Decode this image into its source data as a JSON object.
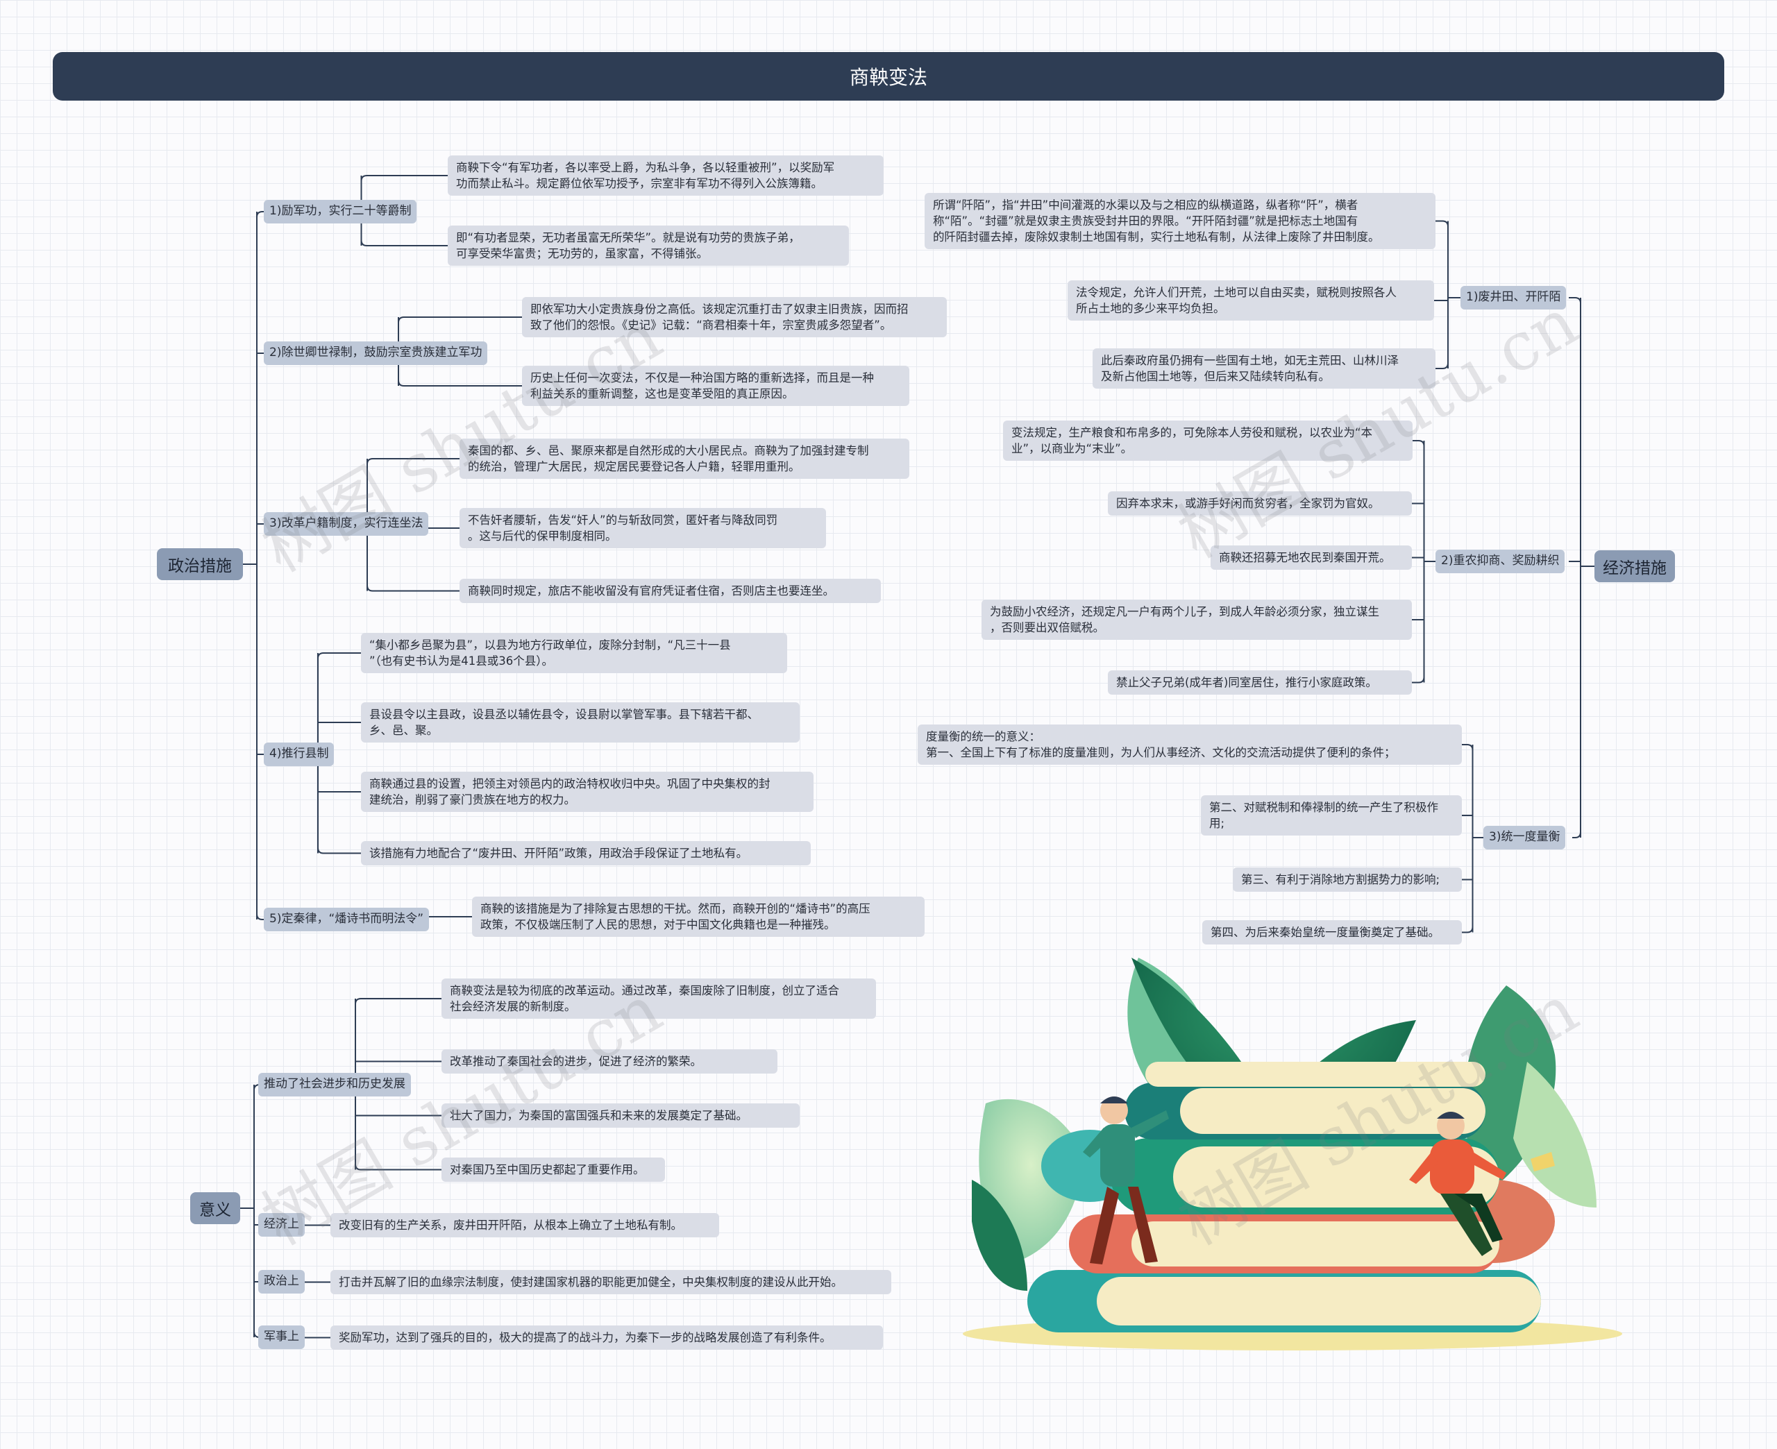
{
  "title": "商鞅变法",
  "colors": {
    "title_bg": "#2e3d54",
    "main_node": "#8b9bb3",
    "mid_node": "#bec8d8",
    "leaf_node": "#dadde6",
    "line": "#2e3d54"
  },
  "branches": {
    "politics": {
      "label": "政治措施",
      "groups": [
        {
          "label": "1)励军功，实行二十等爵制",
          "items": [
            [
              "商鞅下令“有军功者，各以率受上爵，为私斗争，各以轻重被刑”，以奖励军",
              "功而禁止私斗。规定爵位依军功授予，宗室非有军功不得列入公族簿籍。"
            ],
            [
              "即“有功者显荣，无功者虽富无所荣华”。就是说有功劳的贵族子弟，",
              "可享受荣华富贵；无功劳的，虽家富，不得铺张。"
            ]
          ]
        },
        {
          "label": "2)除世卿世禄制，鼓励宗室贵族建立军功",
          "items": [
            [
              "即依军功大小定贵族身份之高低。该规定沉重打击了奴隶主旧贵族，因而招",
              "致了他们的怨恨。《史记》记载：“商君相秦十年，宗室贵戚多怨望者”。"
            ],
            [
              "历史上任何一次变法，不仅是一种治国方略的重新选择，而且是一种",
              "利益关系的重新调整，这也是变革受阻的真正原因。"
            ]
          ]
        },
        {
          "label": "3)改革户籍制度，实行连坐法",
          "items": [
            [
              "秦国的都、乡、邑、聚原来都是自然形成的大小居民点。商鞅为了加强封建专制",
              "的统治，管理广大居民，规定居民要登记各人户籍，轻罪用重刑。"
            ],
            [
              "不告奸者腰斩，告发“奸人”的与斩敌同赏，匿奸者与降敌同罚",
              "。这与后代的保甲制度相同。"
            ],
            [
              "商鞅同时规定，旅店不能收留没有官府凭证者住宿，否则店主也要连坐。"
            ]
          ]
        },
        {
          "label": "4)推行县制",
          "items": [
            [
              "“集小都乡邑聚为县”，以县为地方行政单位，废除分封制，“凡三十一县",
              "”（也有史书认为是41县或36个县）。"
            ],
            [
              "县设县令以主县政，设县丞以辅佐县令，设县尉以掌管军事。县下辖若干都、",
              "乡、邑、聚。"
            ],
            [
              "商鞅通过县的设置，把领主对领邑内的政治特权收归中央。巩固了中央集权的封",
              "建统治，削弱了豪门贵族在地方的权力。"
            ],
            [
              "该措施有力地配合了“废井田、开阡陌”政策，用政治手段保证了土地私有。"
            ]
          ]
        },
        {
          "label": "5)定秦律，“燔诗书而明法令”",
          "items": [
            [
              "商鞅的该措施是为了排除复古思想的干扰。然而，商鞅开创的“燔诗书”的高压",
              "政策，不仅极端压制了人民的思想，对于中国文化典籍也是一种摧残。"
            ]
          ]
        }
      ]
    },
    "economy": {
      "label": "经济措施",
      "groups": [
        {
          "label": "1)废井田、开阡陌",
          "items": [
            [
              "所谓“阡陌”，指“井田”中间灌溉的水渠以及与之相应的纵横道路，纵者称“阡”，横者",
              "称“陌”。“封疆”就是奴隶主贵族受封井田的界限。“开阡陌封疆”就是把标志土地国有",
              "的阡陌封疆去掉，废除奴隶制土地国有制，实行土地私有制，从法律上废除了井田制度。"
            ],
            [
              "法令规定，允许人们开荒，土地可以自由买卖，赋税则按照各人",
              "所占土地的多少来平均负担。"
            ],
            [
              "此后秦政府虽仍拥有一些国有土地，如无主荒田、山林川泽",
              "及新占他国土地等，但后来又陆续转向私有。"
            ]
          ]
        },
        {
          "label": "2)重农抑商、奖励耕织",
          "items": [
            [
              "变法规定，生产粮食和布帛多的，可免除本人劳役和赋税，以农业为“本",
              "业”，以商业为“末业”。"
            ],
            [
              "因弃本求末，或游手好闲而贫穷者，全家罚为官奴。"
            ],
            [
              "商鞅还招募无地农民到秦国开荒。"
            ],
            [
              "为鼓励小农经济，还规定凡一户有两个儿子，到成人年龄必须分家，独立谋生",
              "，否则要出双倍赋税。"
            ],
            [
              "禁止父子兄弟(成年者)同室居住，推行小家庭政策。"
            ]
          ]
        },
        {
          "label": "3)统一度量衡",
          "items": [
            [
              "度量衡的统一的意义：",
              "第一、全国上下有了标准的度量准则，为人们从事经济、文化的交流活动提供了便利的条件；"
            ],
            [
              "第二、对赋税制和俸禄制的统一产生了积极作",
              "用;"
            ],
            [
              "第三、有利于消除地方割据势力的影响;"
            ],
            [
              "第四、为后来秦始皇统一度量衡奠定了基础。"
            ]
          ]
        }
      ]
    },
    "meaning": {
      "label": "意义",
      "groups": [
        {
          "label": "推动了社会进步和历史发展",
          "items": [
            [
              "商鞅变法是较为彻底的改革运动。通过改革，秦国废除了旧制度，创立了适合",
              "社会经济发展的新制度。"
            ],
            [
              "改革推动了秦国社会的进步，促进了经济的繁荣。"
            ],
            [
              "壮大了国力，为秦国的富国强兵和未来的发展奠定了基础。"
            ],
            [
              "对秦国乃至中国历史都起了重要作用。"
            ]
          ]
        },
        {
          "label": "经济上",
          "items": [
            [
              "改变旧有的生产关系，废井田开阡陌，从根本上确立了土地私有制。"
            ]
          ]
        },
        {
          "label": "政治上",
          "items": [
            [
              "打击并瓦解了旧的血缘宗法制度，使封建国家机器的职能更加健全，中央集权制度的建设从此开始。"
            ]
          ]
        },
        {
          "label": "军事上",
          "items": [
            [
              "奖励军功，达到了强兵的目的，极大的提高了的战斗力，为秦下一步的战略发展创造了有利条件。"
            ]
          ]
        }
      ]
    }
  },
  "watermark": "树图 shutu.cn"
}
